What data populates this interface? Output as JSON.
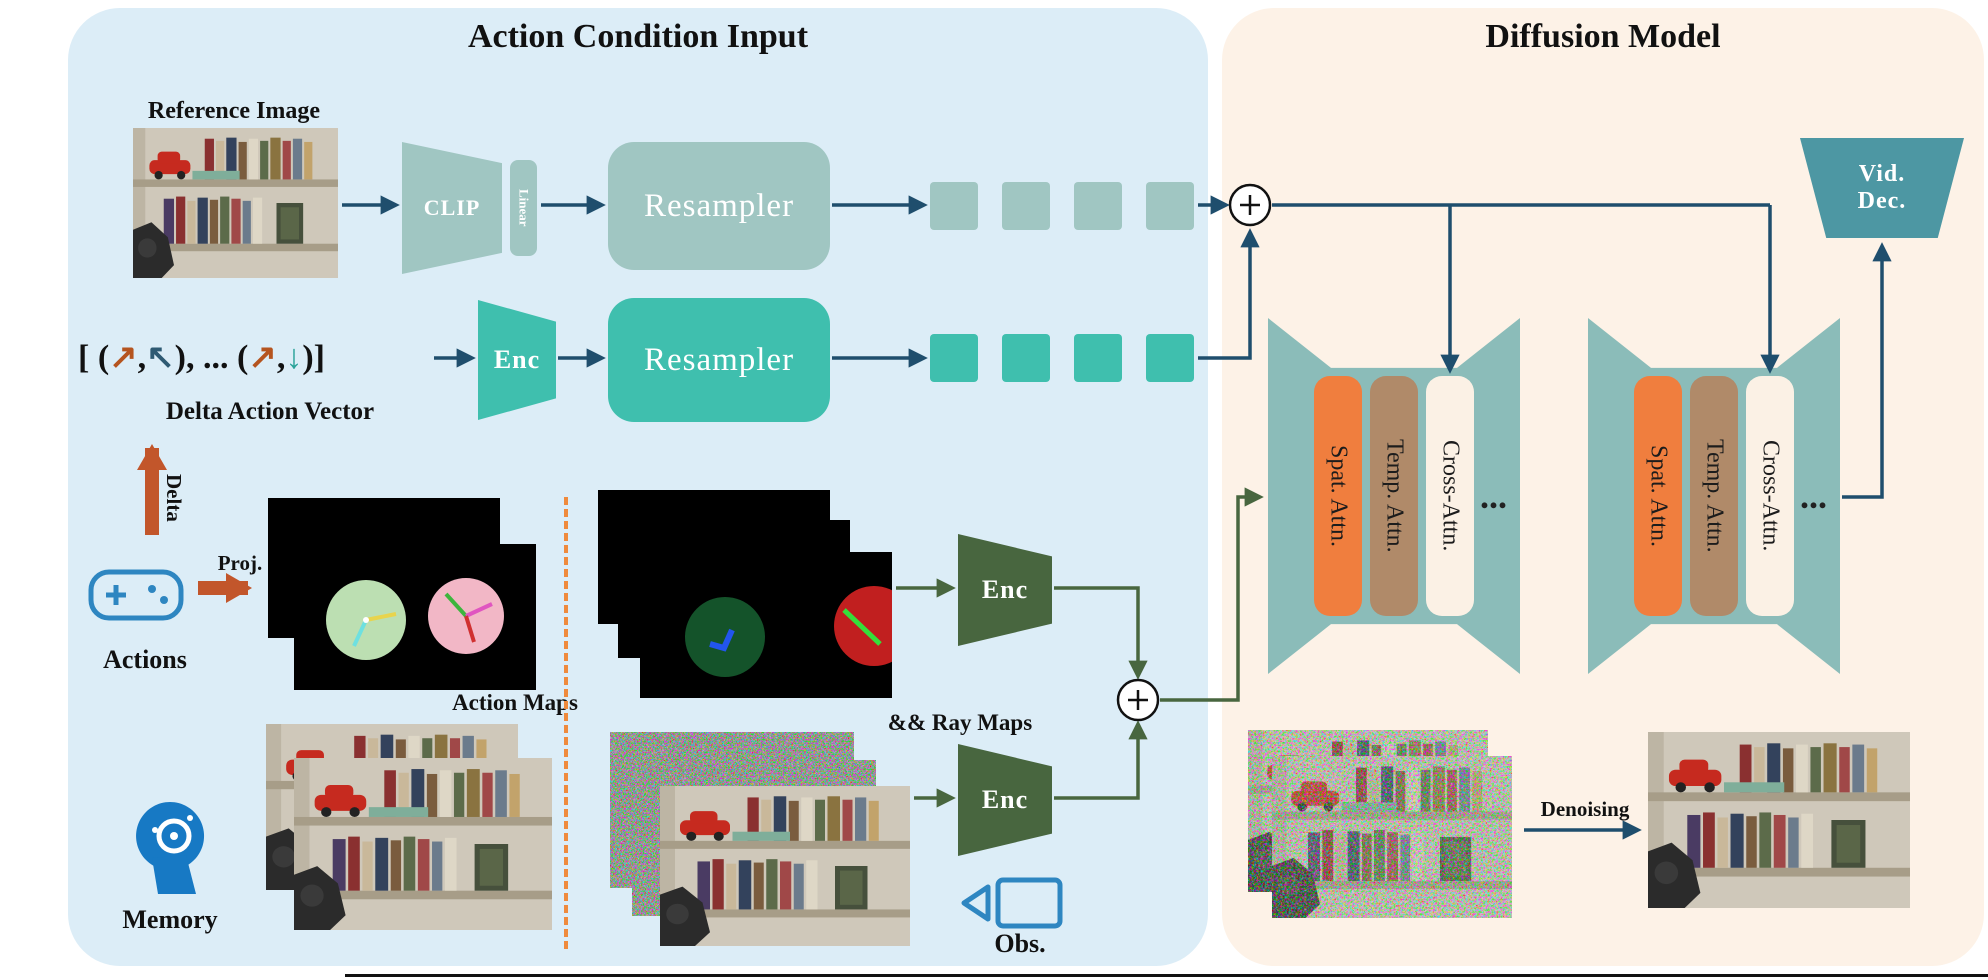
{
  "left_panel": {
    "title": "Action Condition Input"
  },
  "right_panel": {
    "title": "Diffusion Model"
  },
  "labels": {
    "reference_image": "Reference Image",
    "delta_action_vector": "Delta Action Vector",
    "delta": "Delta",
    "proj": "Proj.",
    "actions": "Actions",
    "action_maps": "Action Maps",
    "ray_maps": "&& Ray Maps",
    "memory": "Memory",
    "obs": "Obs.",
    "denoising": "Denoising"
  },
  "blocks": {
    "clip": "CLIP",
    "linear": "Linear",
    "resampler_image": "Resampler",
    "resampler_action": "Resampler",
    "enc_action": "Enc",
    "enc_action_maps": "Enc",
    "enc_obs": "Enc",
    "vid_dec_line1": "Vid.",
    "vid_dec_line2": "Dec.",
    "spat_attn": "Spat. Attn.",
    "temp_attn": "Temp. Attn.",
    "cross_attn": "Cross-Attn.",
    "ellipsis": "..."
  },
  "delta_vector": {
    "open": "[ (",
    "arrow1": "↗",
    "comma1": ",",
    "arrow2": "↖",
    "mid": "), ... (",
    "arrow3": "↗",
    "comma2": ",",
    "arrow4": "↓",
    "close": ")]"
  },
  "colors": {
    "panel_left_bg": "#dcedf7",
    "panel_right_bg": "#fdf2e7",
    "teal_muted": "#a0c6c2",
    "teal": "#3fbfae",
    "dark_green": "#48663f",
    "arrow_blue": "#1f4e6d",
    "orange": "#c2562b",
    "spat_orange": "#f07e3e",
    "temp_brown": "#b08a69",
    "cross_cream": "#fbf1e5",
    "unet_teal": "#8bbcb9",
    "vid_dec_teal": "#4d97a3"
  }
}
